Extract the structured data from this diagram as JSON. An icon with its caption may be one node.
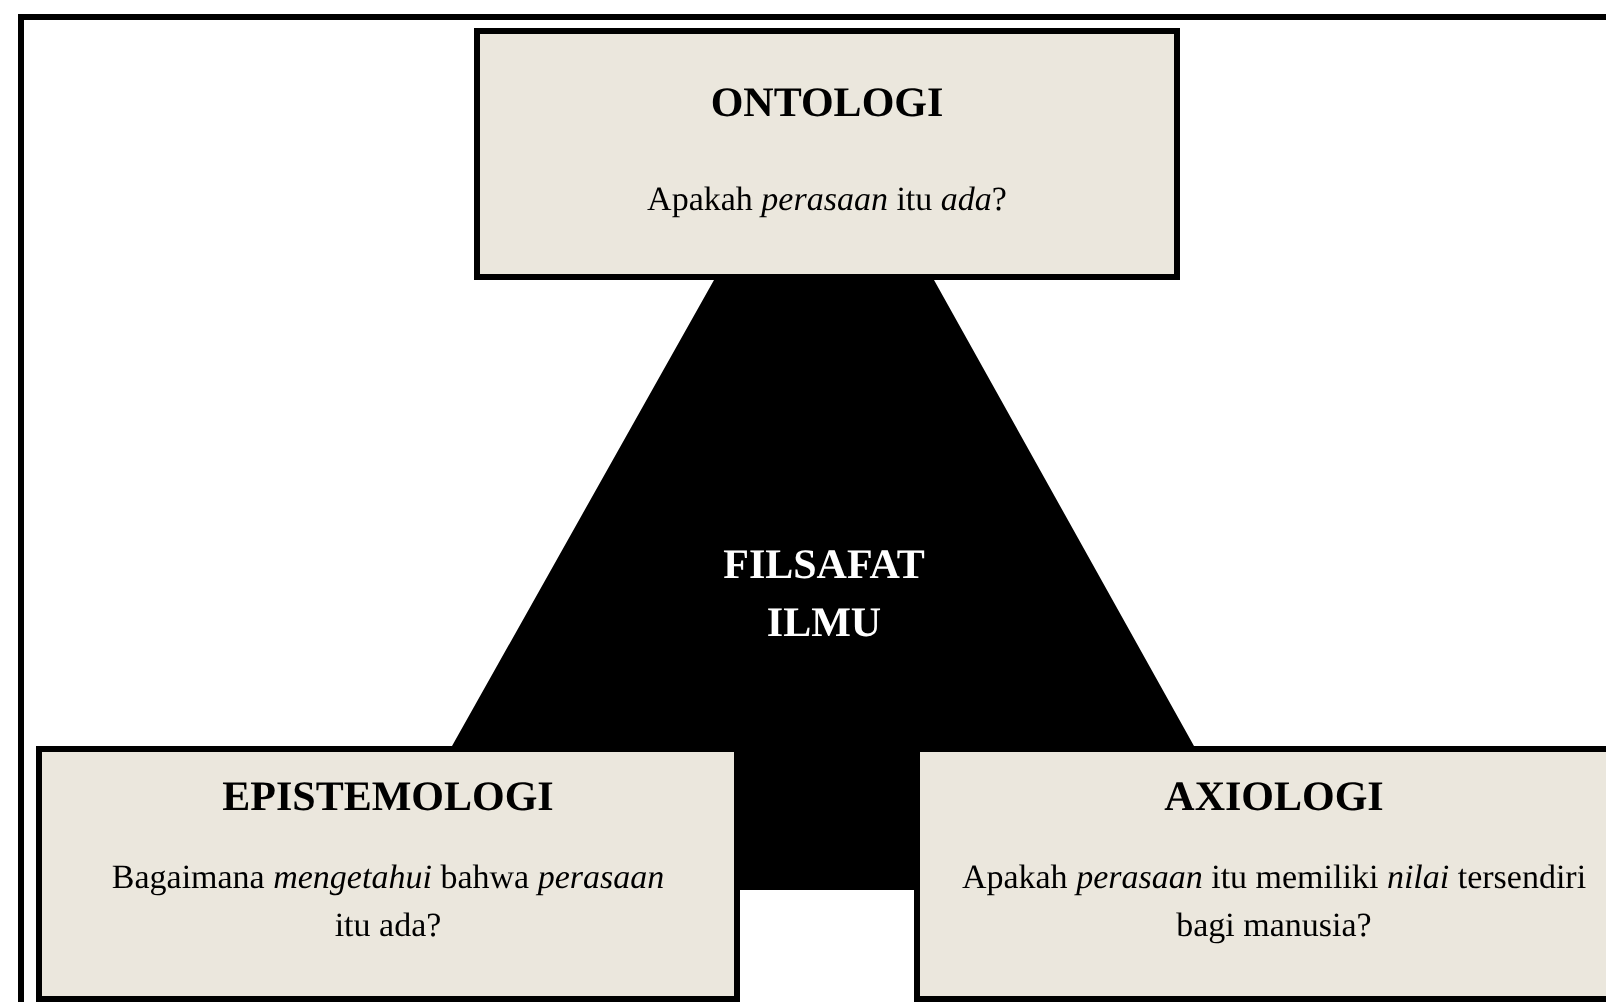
{
  "diagram": {
    "nodes": [
      {
        "text": [
          "ONTOLOGI",
          "Apakah *perasaan* itu *ada*?"
        ]
      },
      {
        "text": [
          "FILSAFAT ILMU"
        ]
      },
      {
        "text": [
          "EPISTEMOLOGI",
          "Bagaimana *mengetahui* bahwa *perasaan* itu ada?"
        ]
      },
      {
        "text": [
          "AXIOLOGI",
          "Apakah *perasaan* itu memiliki *nilai* tersendiri bagi manusia?"
        ]
      }
    ]
  }
}
